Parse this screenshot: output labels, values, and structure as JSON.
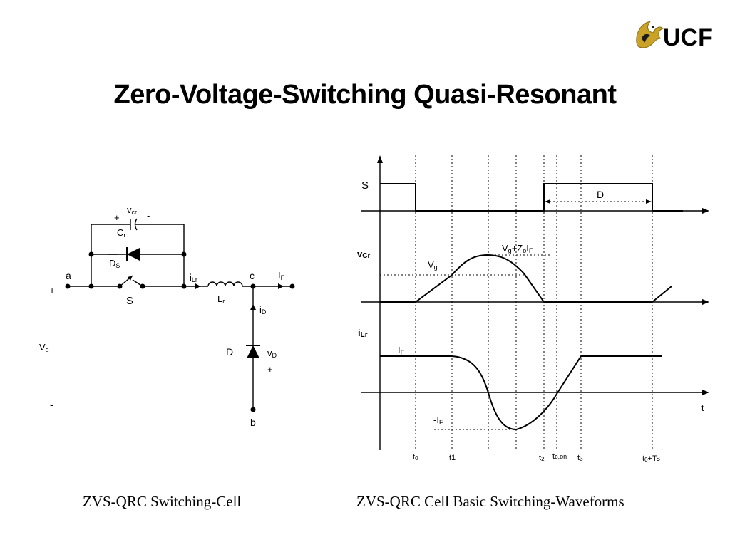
{
  "slide": {
    "title": "Zero-Voltage-Switching Quasi-Resonant",
    "logo_text": "UCF",
    "caption_left": "ZVS-QRC Switching-Cell",
    "caption_right": "ZVS-QRC Cell Basic Switching-Waveforms",
    "brand_color": "#c9a227"
  },
  "circuit": {
    "node_a": "a",
    "node_b": "b",
    "node_c": "c",
    "plus": "+",
    "minus": "-",
    "vcr_base": "v",
    "vcr_sub": "cr",
    "cr_base": "C",
    "cr_sub": "r",
    "ds_base": "D",
    "ds_sub": "S",
    "switch": "S",
    "ilr_base": "i",
    "ilr_sub": "Lr",
    "lr_base": "L",
    "lr_sub": "r",
    "if_base": "I",
    "if_sub": "F",
    "id_base": "i",
    "id_sub": "D",
    "diode": "D",
    "vd_base": "v",
    "vd_sub": "D",
    "vg_base": "V",
    "vg_sub": "g"
  },
  "waveforms": {
    "s_label": "S",
    "vcr_label_base": "v",
    "vcr_label_sub": "Cr",
    "ilr_label_base": "i",
    "ilr_label_sub": "Lr",
    "duty_label": "D",
    "peak_label_1": "V",
    "peak_label_sub1": "g",
    "peak_label_2": "+Z",
    "peak_label_sub2": "o",
    "peak_label_3": "I",
    "peak_label_sub3": "F",
    "vg_base": "V",
    "vg_sub": "g",
    "if_base": "I",
    "if_sub": "F",
    "neg_if_base": "-I",
    "neg_if_sub": "F",
    "t_axis": "t",
    "ticks": [
      {
        "base": "t",
        "sub": "0",
        "tail": ""
      },
      {
        "base": "t1",
        "sub": "",
        "tail": ""
      },
      {
        "base": "t",
        "sub": "2",
        "tail": ""
      },
      {
        "base": "t",
        "sub": "c,on",
        "tail": ""
      },
      {
        "base": "t",
        "sub": "3",
        "tail": ""
      },
      {
        "base": "t",
        "sub": "0",
        "tail": "+Ts"
      }
    ]
  }
}
